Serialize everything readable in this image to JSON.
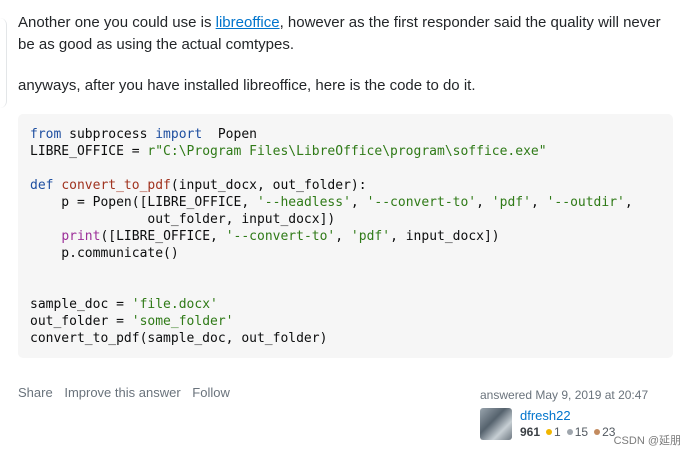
{
  "post": {
    "paragraph1_before_link": "Another one you could use is ",
    "paragraph1_link": "libreoffice",
    "paragraph1_after_link": ", however as the first responder said the quality will never be as good as using the actual comtypes.",
    "paragraph2": "anyways, after you have installed libreoffice, here is the code to do it."
  },
  "code": {
    "l1_kw1": "from",
    "l1_mod": " subprocess ",
    "l1_kw2": "import",
    "l1_rest": "  Popen",
    "l2_a": "LIBRE_OFFICE = ",
    "l2_str": "r\"C:\\Program Files\\LibreOffice\\program\\soffice.exe\"",
    "l4_kw": "def",
    "l4_fn": "convert_to_pdf",
    "l4_rest": "(input_docx, out_folder):",
    "l5_a": "    p = Popen([LIBRE_OFFICE, ",
    "l5_s1": "'--headless'",
    "l5_c1": ", ",
    "l5_s2": "'--convert-to'",
    "l5_c2": ", ",
    "l5_s3": "'pdf'",
    "l5_c3": ", ",
    "l5_s4": "'--outdir'",
    "l5_c4": ",",
    "l6": "               out_folder, input_docx])",
    "l7_indent": "    ",
    "l7_fn": "print",
    "l7_a": "([LIBRE_OFFICE, ",
    "l7_s1": "'--convert-to'",
    "l7_c1": ", ",
    "l7_s2": "'pdf'",
    "l7_rest": ", input_docx])",
    "l8": "    p.communicate()",
    "l11_a": "sample_doc = ",
    "l11_s": "'file.docx'",
    "l12_a": "out_folder = ",
    "l12_s": "'some_folder'",
    "l13": "convert_to_pdf(sample_doc, out_folder)"
  },
  "menu": {
    "share": "Share",
    "improve": "Improve this answer",
    "follow": "Follow"
  },
  "signature": {
    "answered": "answered May 9, 2019 at 20:47",
    "username": "dfresh22",
    "reputation": "961",
    "gold": "1",
    "silver": "15",
    "bronze": "23"
  },
  "watermark": "CSDN @延朋"
}
